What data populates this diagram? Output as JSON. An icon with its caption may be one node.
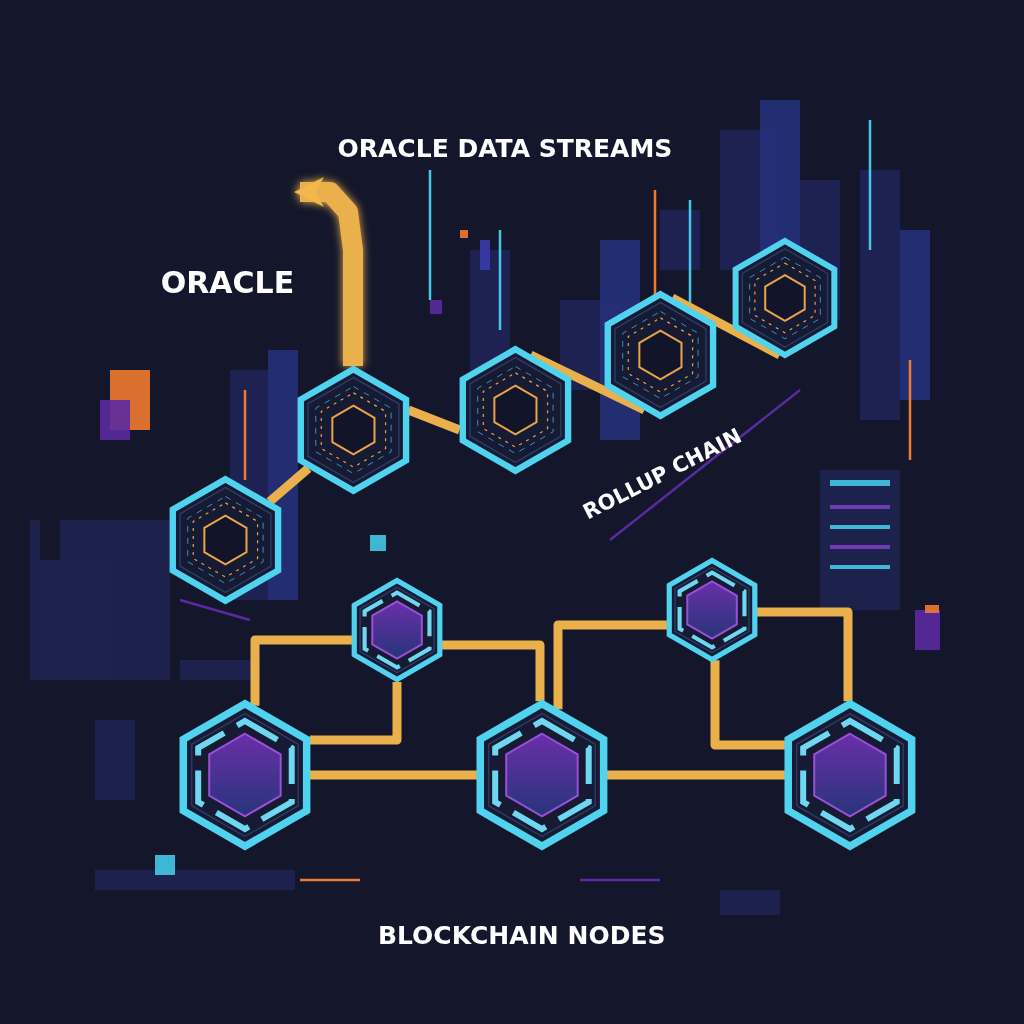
{
  "diagram": {
    "nodes": [
      {
        "text": [
          "ORACLE"
        ]
      },
      {
        "text": [],
        "shape": "hexagon"
      },
      {
        "text": [],
        "shape": "hexagon"
      },
      {
        "text": [],
        "shape": "hexagon"
      },
      {
        "text": [],
        "shape": "hexagon"
      },
      {
        "text": [],
        "shape": "hexagon"
      },
      {
        "text": [],
        "shape": "hexagon"
      },
      {
        "text": [],
        "shape": "hexagon"
      },
      {
        "text": [],
        "shape": "hexagon"
      },
      {
        "text": [],
        "shape": "hexagon"
      },
      {
        "text": [],
        "shape": "hexagon"
      }
    ],
    "edges": [
      {
        "from": 2,
        "to": 0,
        "arrow": "to",
        "style": "thick"
      },
      {
        "from": 1,
        "to": 2,
        "arrow": "none"
      },
      {
        "from": 2,
        "to": 3,
        "arrow": "none"
      },
      {
        "from": 3,
        "to": 4,
        "arrow": "none"
      },
      {
        "from": 4,
        "to": 5,
        "arrow": "none"
      },
      {
        "from": 6,
        "to": 7,
        "arrow": "none"
      },
      {
        "from": 7,
        "to": 6,
        "arrow": "none"
      },
      {
        "from": 7,
        "to": 8,
        "arrow": "none"
      },
      {
        "from": 6,
        "to": 8,
        "arrow": "none"
      },
      {
        "from": 8,
        "to": 9,
        "arrow": "none"
      },
      {
        "from": 9,
        "to": 10,
        "arrow": "none"
      },
      {
        "from": 9,
        "to": 10,
        "arrow": "none"
      },
      {
        "from": 8,
        "to": 10,
        "arrow": "none"
      }
    ],
    "labels": [
      "ORACLE DATA STREAMS",
      "ROLLUP CHAIN",
      "BLOCKCHAIN NODES"
    ]
  }
}
